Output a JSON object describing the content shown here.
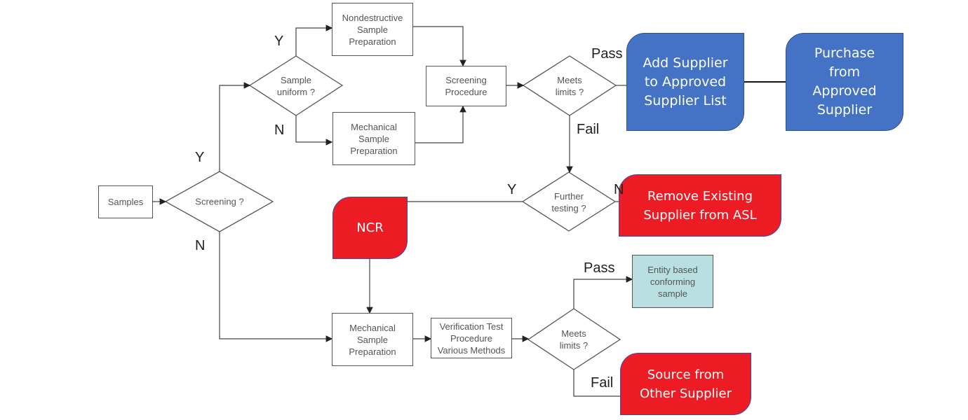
{
  "diagram": {
    "type": "flowchart",
    "colors": {
      "blue_box": "#4472c4",
      "red_box": "#ed1c24",
      "teal_box": "#b9dfe0",
      "line": "#555555"
    },
    "nodes": {
      "samples": "Samples",
      "screening_decision": "Screening ?",
      "sample_uniform_decision": "Sample\nuniform ?",
      "nondestructive_prep": "Nondestructive\nSample\nPreparation",
      "mechanical_prep_top": "Mechanical\nSample\nPreparation",
      "screening_procedure": "Screening\nProcedure",
      "meets_limits_top": "Meets\nlimits ?",
      "add_supplier": "Add Supplier\nto Approved\nSupplier List",
      "purchase_approved": "Purchase\nfrom\nApproved\nSupplier",
      "further_testing": "Further\ntesting ?",
      "remove_supplier": "Remove Existing\nSupplier from ASL",
      "ncr": "NCR",
      "mechanical_prep_bottom": "Mechanical\nSample\nPreparation",
      "verification_test": "Verification Test\nProcedure\nVarious Methods",
      "meets_limits_bottom": "Meets\nlimits ?",
      "entity_conforming": "Entity based\nconforming\nsample",
      "source_other": "Source from\nOther Supplier"
    },
    "edge_labels": {
      "screening_yes": "Y",
      "screening_no": "N",
      "uniform_yes": "Y",
      "uniform_no": "N",
      "top_pass": "Pass",
      "top_fail": "Fail",
      "further_yes": "Y",
      "further_no": "N",
      "bottom_pass": "Pass",
      "bottom_fail": "Fail"
    }
  }
}
